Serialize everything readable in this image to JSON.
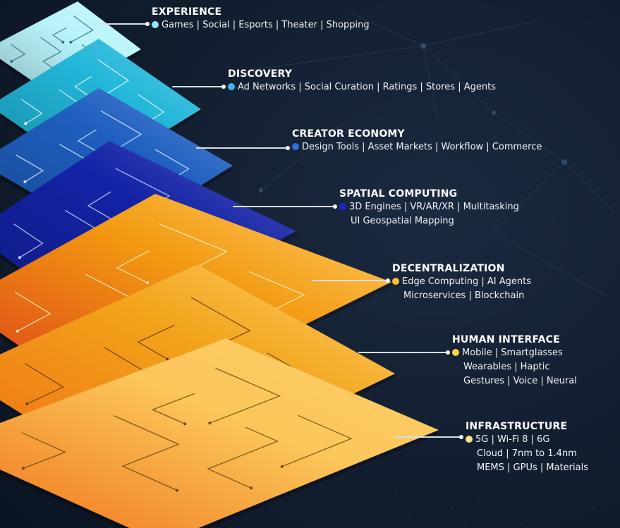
{
  "layers": [
    {
      "id": "experience",
      "title": "EXPERIENCE",
      "lines": [
        "Games | Social | Esports | Theater | Shopping"
      ],
      "dot_color": "#8fe6ff",
      "fill": "#b8f4fb",
      "circuit": "#3a6d8c"
    },
    {
      "id": "discovery",
      "title": "DISCOVERY",
      "lines": [
        "Ad Networks | Social Curation | Ratings | Stores | Agents"
      ],
      "dot_color": "#3fb4f0",
      "fill": "#22b6d9",
      "circuit": "#e7f6ff"
    },
    {
      "id": "creator-economy",
      "title": "CREATOR ECONOMY",
      "lines": [
        "Design Tools | Asset Markets | Workflow | Commerce"
      ],
      "dot_color": "#2c6fe0",
      "fill": "#1f5fc0",
      "circuit": "#d6e4ff"
    },
    {
      "id": "spatial-computing",
      "title": "SPATIAL COMPUTING",
      "lines": [
        "3D Engines | VR/AR/XR | Multitasking",
        "UI Geospatial Mapping"
      ],
      "dot_color": "#1726c9",
      "fill": "#1422a6",
      "circuit": "#c9d3ff"
    },
    {
      "id": "decentralization",
      "title": "DECENTRALIZATION",
      "lines": [
        "Edge Computing | AI Agents",
        "Microservices | Blockchain"
      ],
      "dot_color": "#f5c32a",
      "fill": "#f39a12",
      "circuit": "#fff0c4"
    },
    {
      "id": "human-interface",
      "title": "HUMAN INTERFACE",
      "lines": [
        "Mobile | Smartglasses",
        "Wearables | Haptic",
        "Gestures | Voice | Neural"
      ],
      "dot_color": "#f7d43c",
      "fill": "#f2a31a",
      "circuit": "#6a3d07"
    },
    {
      "id": "infrastructure",
      "title": "INFRASTRUCTURE",
      "lines": [
        "5G | Wi-Fi 8 | 6G",
        "Cloud | 7nm to 1.4nm",
        "MEMS | GPUs | Materials"
      ],
      "dot_color": "#fbe08a",
      "fill": "#fbc65a",
      "circuit": "#6a4a10"
    }
  ],
  "colors": {
    "background": "#0f1a2b",
    "connector": "#d7dde6",
    "text": "#ffffff"
  }
}
